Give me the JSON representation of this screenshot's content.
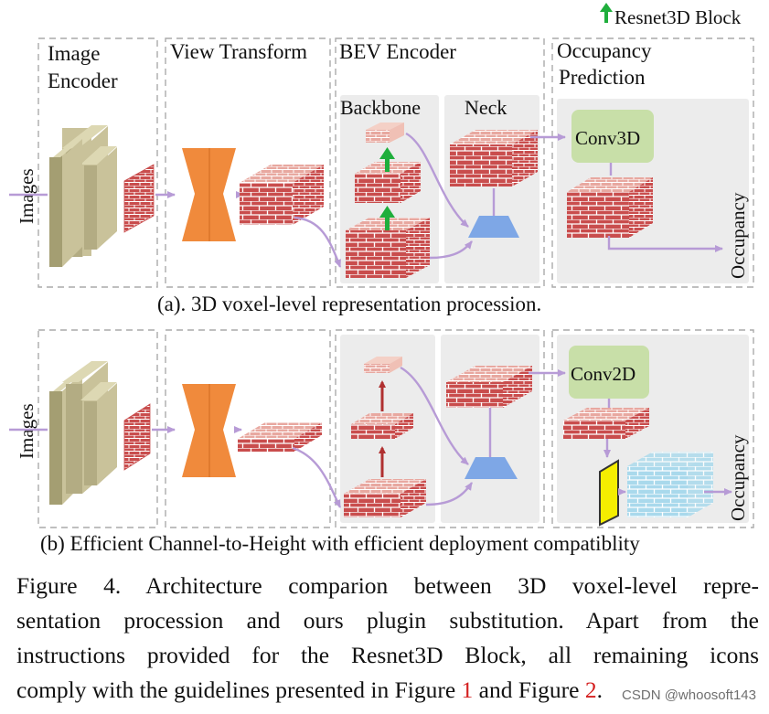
{
  "legend": {
    "label": "Resnet3D Block"
  },
  "row_a": {
    "input_label": "Images",
    "sections": {
      "image_encoder": [
        "Image",
        "Encoder"
      ],
      "view_transform": "View Transform",
      "bev_encoder": "BEV Encoder",
      "occupancy_prediction": [
        "Occupancy",
        "Prediction"
      ]
    },
    "backbone_label": "Backbone",
    "neck_label": "Neck",
    "head_label": "Conv3D",
    "output_label": "Occupancy",
    "caption": "(a). 3D voxel-level representation procession."
  },
  "row_b": {
    "input_label": "Images",
    "head_label": "Conv2D",
    "output_label": "Occupancy",
    "caption": "(b) Efficient Channel-to-Height with efficient deployment compatiblity"
  },
  "figure_caption": {
    "line1": "Figure 4.  Architecture comparion between 3D voxel-level repre-",
    "line2": "sentation procession and ours plugin substitution.  Apart from the",
    "line3": "instructions provided for the Resnet3D Block, all remaining icons",
    "line4_pre": "comply with the guidelines presented in Figure ",
    "ref1": "1",
    "line4_mid": " and Figure ",
    "ref2": "2",
    "line4_post": "."
  },
  "watermark": "CSDN @whoosoft143",
  "colors": {
    "brick": "#c94d4d",
    "brick_line": "#ffffff",
    "encoder_block": "#c9c29a",
    "transform": "#f08a3c",
    "neck_trapezoid": "#7ea7e6",
    "conv_box": "#c8dfa8",
    "resnet_arrow": "#1fae3c",
    "flow_arrow": "#b79bd6",
    "section_border": "#aaaaaa",
    "occ_blue": "#a9d9ec",
    "c2h_yellow": "#f5ee00"
  }
}
